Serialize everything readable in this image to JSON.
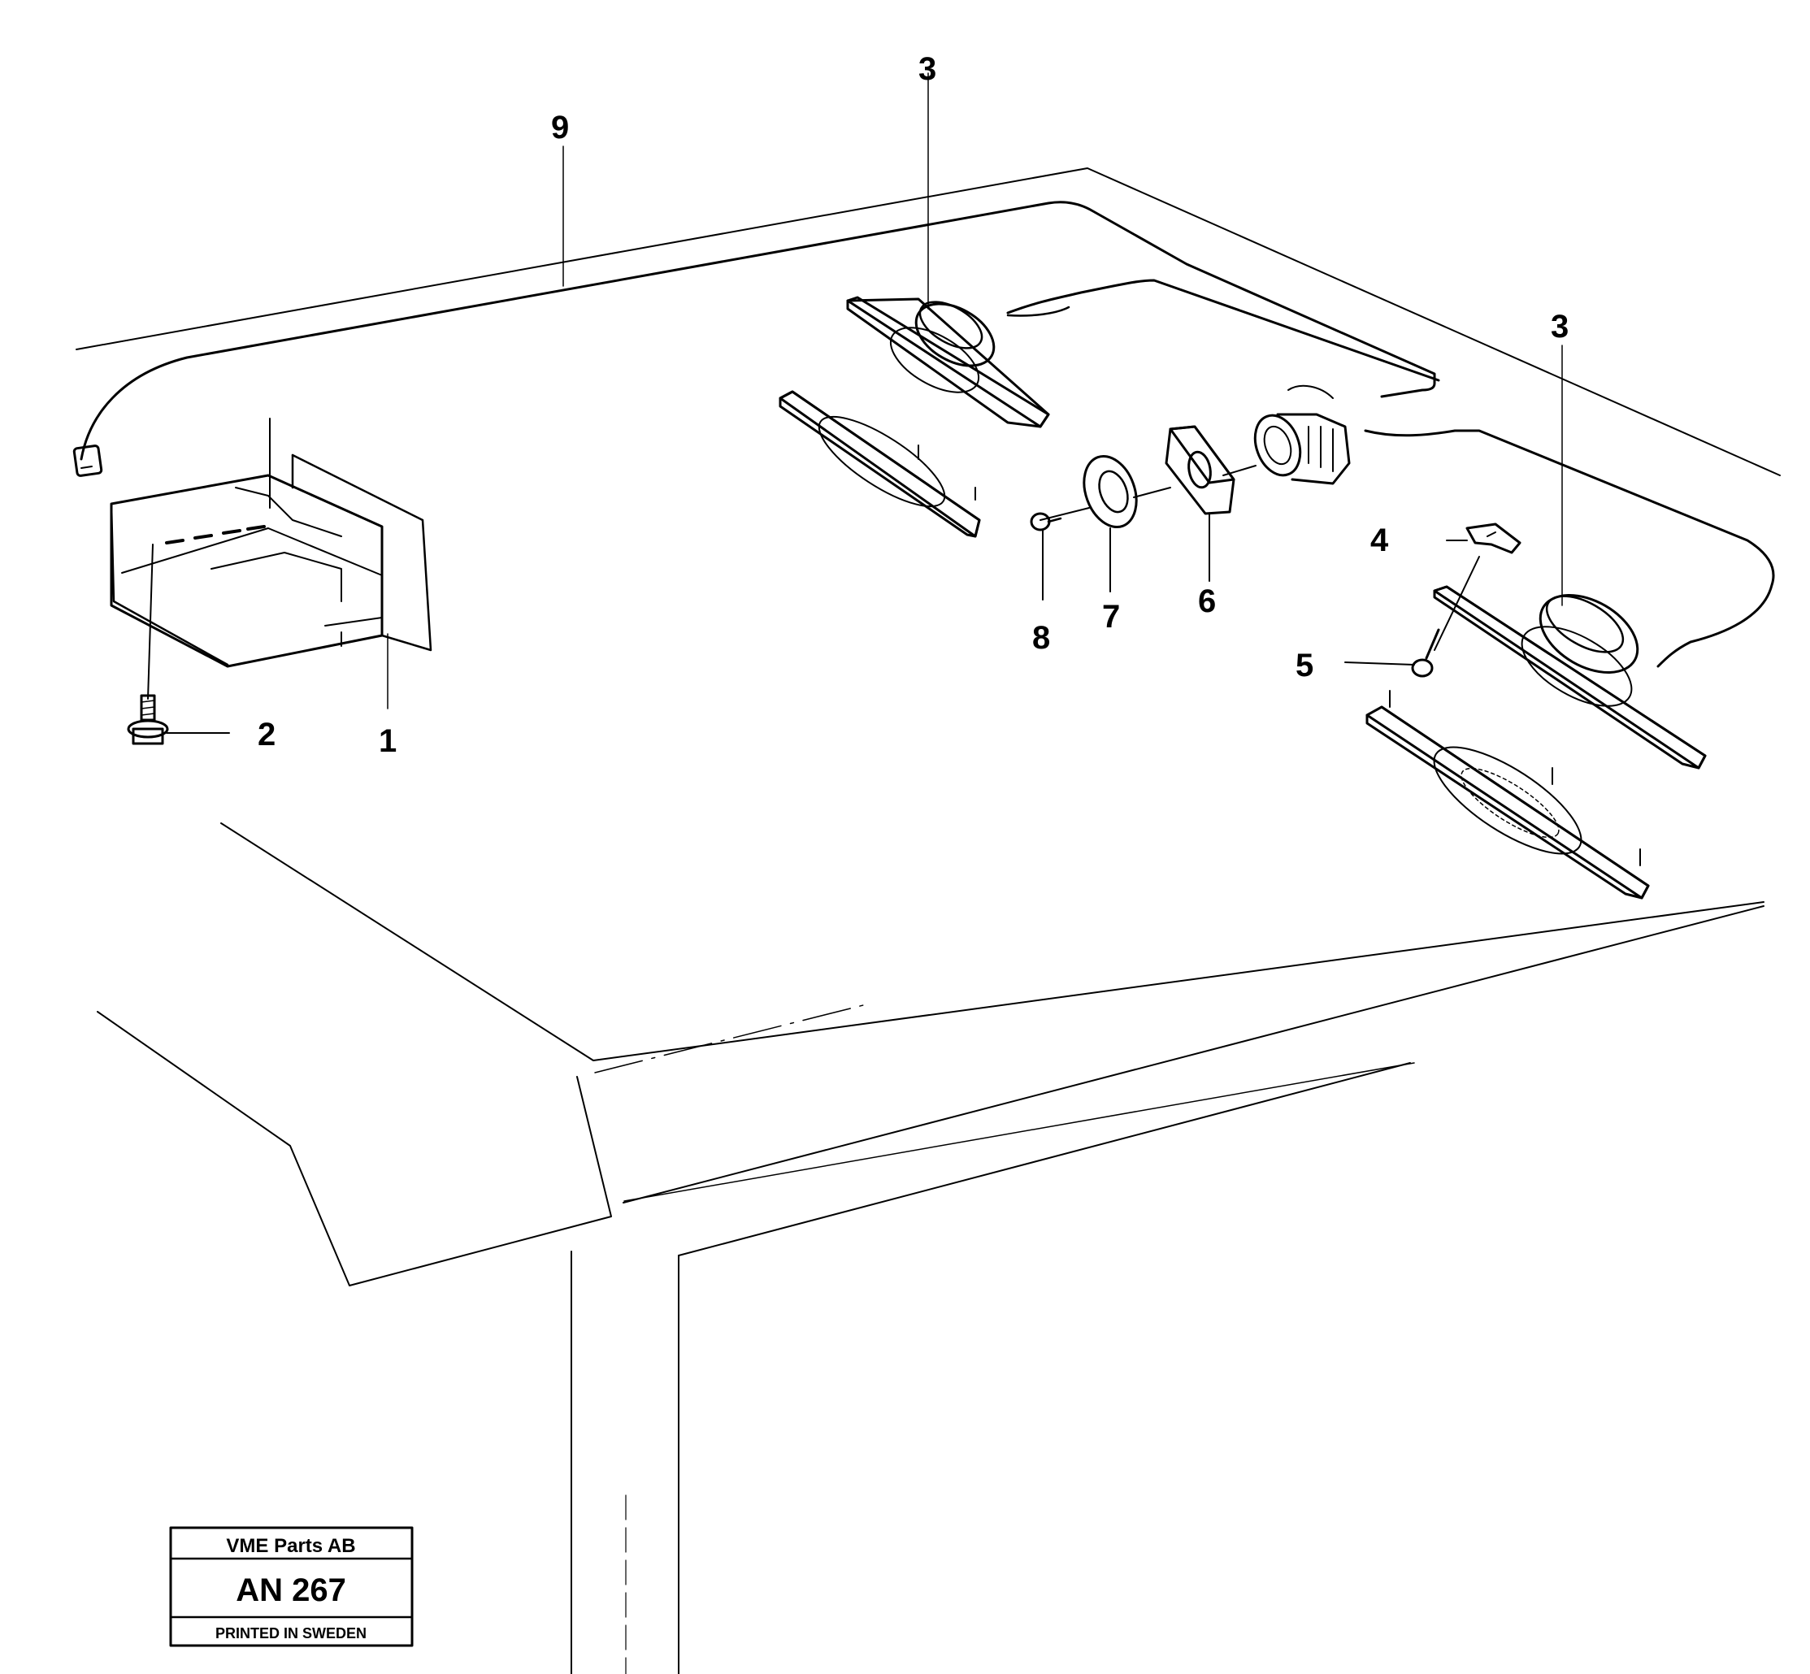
{
  "callouts": {
    "c1": "1",
    "c2": "2",
    "c3a": "3",
    "c3b": "3",
    "c4": "4",
    "c5": "5",
    "c6": "6",
    "c7": "7",
    "c8": "8",
    "c9": "9"
  },
  "stamp": {
    "company": "VME Parts AB",
    "code": "AN 267",
    "printed": "PRINTED IN SWEDEN"
  }
}
